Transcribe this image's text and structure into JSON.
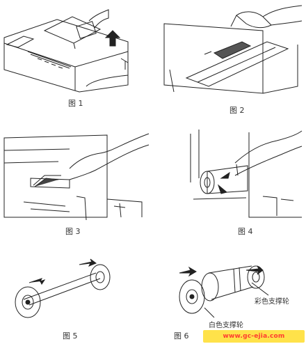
{
  "figures": [
    {
      "caption": "图 1"
    },
    {
      "caption": "图 2"
    },
    {
      "caption": "图 3"
    },
    {
      "caption": "图 4"
    },
    {
      "caption": "图 5"
    },
    {
      "caption": "图 6"
    }
  ],
  "annotations": {
    "color_roller": "彩色支撑轮",
    "white_roller": "白色支撑轮"
  },
  "watermark": "www.gc-ejia.com"
}
